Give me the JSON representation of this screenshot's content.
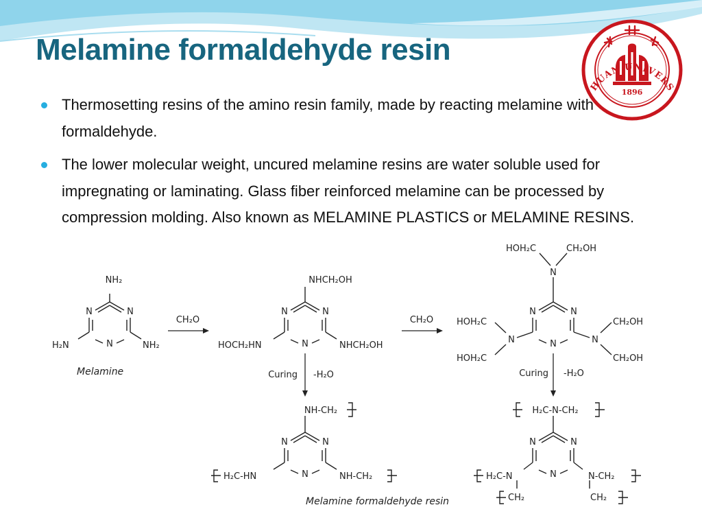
{
  "slide": {
    "title": "Melamine formaldehyde resin",
    "logo": {
      "year": "1896",
      "ring_text": "SICHUAN UNIVERSITY",
      "colors": {
        "primary": "#c8161e",
        "background": "#ffffff"
      }
    },
    "bullets": [
      "Thermosetting resins of the amino resin family, made by reacting melamine with formaldehyde.",
      "The lower molecular weight, uncured melamine resins are water soluble used for impregnating or laminating. Glass fiber reinforced melamine can be processed by compression molding. Also known as MELAMINE PLASTICS or MELAMINE RESINS."
    ],
    "colors": {
      "title": "#17657f",
      "bullet_marker": "#26aee0",
      "wave_light": "#bfe6f3",
      "wave_mid": "#7fcde8"
    }
  },
  "figure": {
    "ring_atom": "N",
    "reagent_1": "CH₂O",
    "reagent_2": "CH₂O",
    "curing_label": "Curing",
    "water_loss_label": "-H₂O",
    "melamine": {
      "name": "Melamine",
      "top": "NH₂",
      "left": "H₂N",
      "right": "NH₂"
    },
    "trimethylol": {
      "top": "NHCH₂OH",
      "left": "HOCH₂HN",
      "right": "NHCH₂OH"
    },
    "hexamethylol": {
      "top_left": "HOH₂C",
      "top_right": "CH₂OH",
      "left_up": "HOH₂C",
      "left_down": "HOH₂C",
      "right_up": "CH₂OH",
      "right_down": "CH₂OH"
    },
    "resin_1": {
      "top": "NH-CH₂",
      "left": "H₂C-HN",
      "right": "NH-CH₂"
    },
    "resin_2": {
      "top": "H₂C-N-CH₂",
      "left": "H₂C-N",
      "right": "N-CH₂",
      "bottom_left": "CH₂",
      "bottom_right": "CH₂"
    },
    "product_name": "Melamine formaldehyde resin"
  }
}
